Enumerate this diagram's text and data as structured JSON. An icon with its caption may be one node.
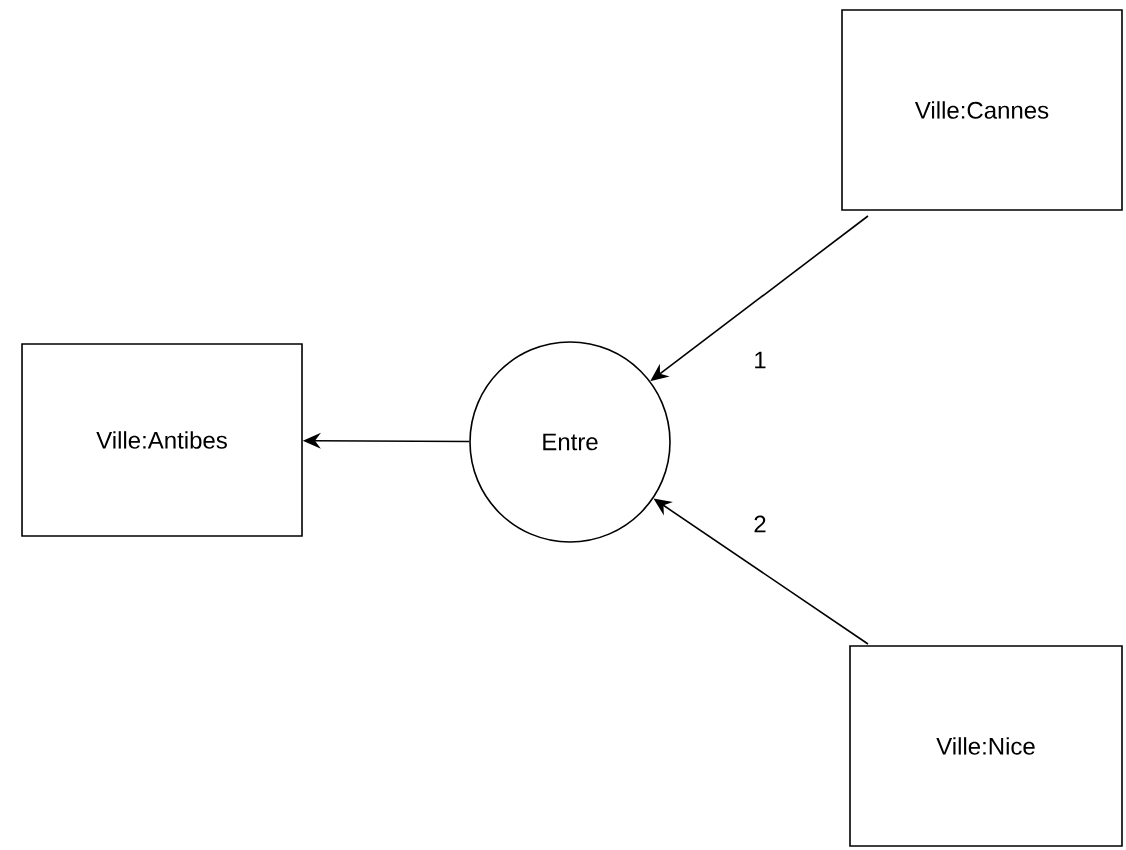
{
  "diagram": {
    "nodes": [
      {
        "text": [
          "Ville:Cannes"
        ]
      },
      {
        "text": [
          "Ville:Antibes"
        ]
      },
      {
        "text": [
          "Entre"
        ]
      },
      {
        "text": [
          "Ville:Nice"
        ]
      }
    ],
    "edges": [
      {
        "from": 0,
        "to": 2,
        "arrow": "to",
        "label": "1"
      },
      {
        "from": 3,
        "to": 2,
        "arrow": "to",
        "label": "2"
      },
      {
        "from": 2,
        "to": 1,
        "arrow": "to"
      }
    ]
  }
}
